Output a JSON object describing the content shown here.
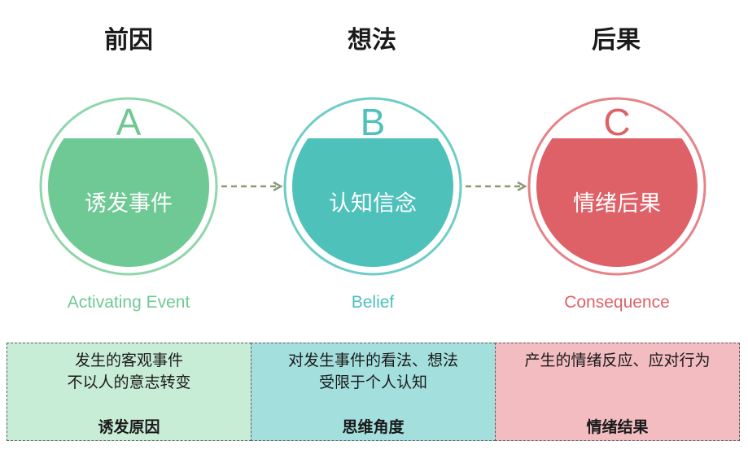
{
  "headings": [
    "前因",
    "想法",
    "后果"
  ],
  "stages": [
    {
      "letter": "A",
      "label": "诱发事件",
      "subtitle": "Activating Event",
      "color": "#6fc995",
      "ring": "#8fd6ac"
    },
    {
      "letter": "B",
      "label": "认知信念",
      "subtitle": "Belief",
      "color": "#4ec1bb",
      "ring": "#6dcdc7"
    },
    {
      "letter": "C",
      "label": "情绪后果",
      "subtitle": "Consequence",
      "color": "#df6168",
      "ring": "#e68288"
    }
  ],
  "arrow_color": "#8a9a77",
  "boxes": [
    {
      "text": "发生的客观事件\n不以人的意志转变",
      "footer": "诱发原因",
      "bg": "#c8edd6"
    },
    {
      "text": "对发生事件的看法、想法\n受限于个人认知",
      "footer": "思维角度",
      "bg": "#a3dfdc"
    },
    {
      "text": "产生的情绪反应、应对行为",
      "footer": "情绪结果",
      "bg": "#f2bcc0"
    }
  ]
}
